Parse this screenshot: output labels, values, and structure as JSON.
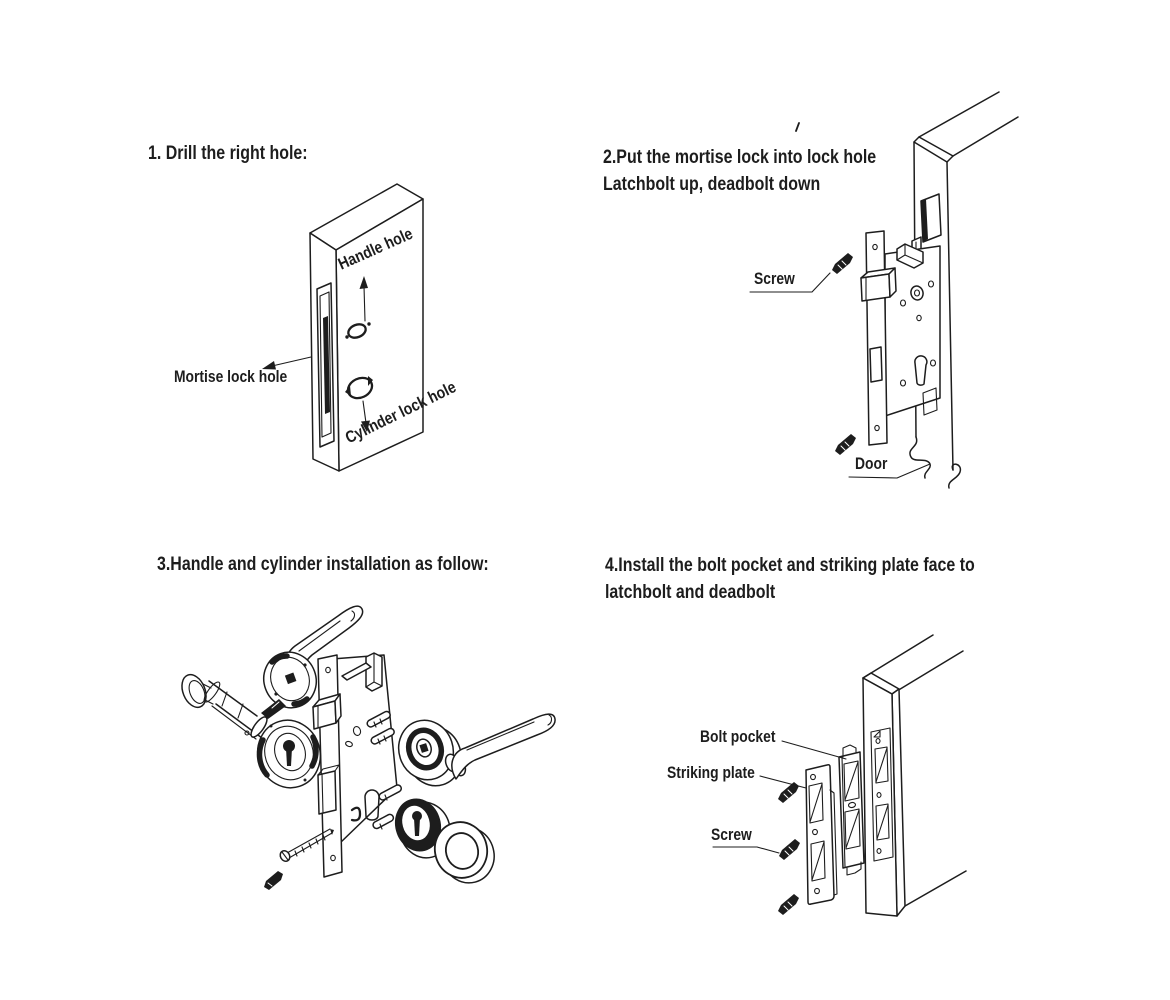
{
  "colors": {
    "background": "#ffffff",
    "ink": "#1d1d1d"
  },
  "steps": {
    "step1": {
      "title": "1. Drill the right hole:",
      "labels": {
        "handle_hole": "Handle hole",
        "mortise_lock_hole": "Mortise lock hole",
        "cylinder_lock_hole": "Cylinder lock hole"
      }
    },
    "step2": {
      "title_line1": "2.Put the mortise lock into lock hole",
      "title_line2": "Latchbolt up, deadbolt down",
      "labels": {
        "screw": "Screw",
        "door": "Door"
      }
    },
    "step3": {
      "title": "3.Handle and cylinder installation as follow:"
    },
    "step4": {
      "title_line1": "4.Install the bolt pocket and striking plate face to",
      "title_line2": "latchbolt and deadbolt",
      "labels": {
        "bolt_pocket": "Bolt pocket",
        "striking_plate": "Striking plate",
        "screw": "Screw"
      }
    }
  }
}
